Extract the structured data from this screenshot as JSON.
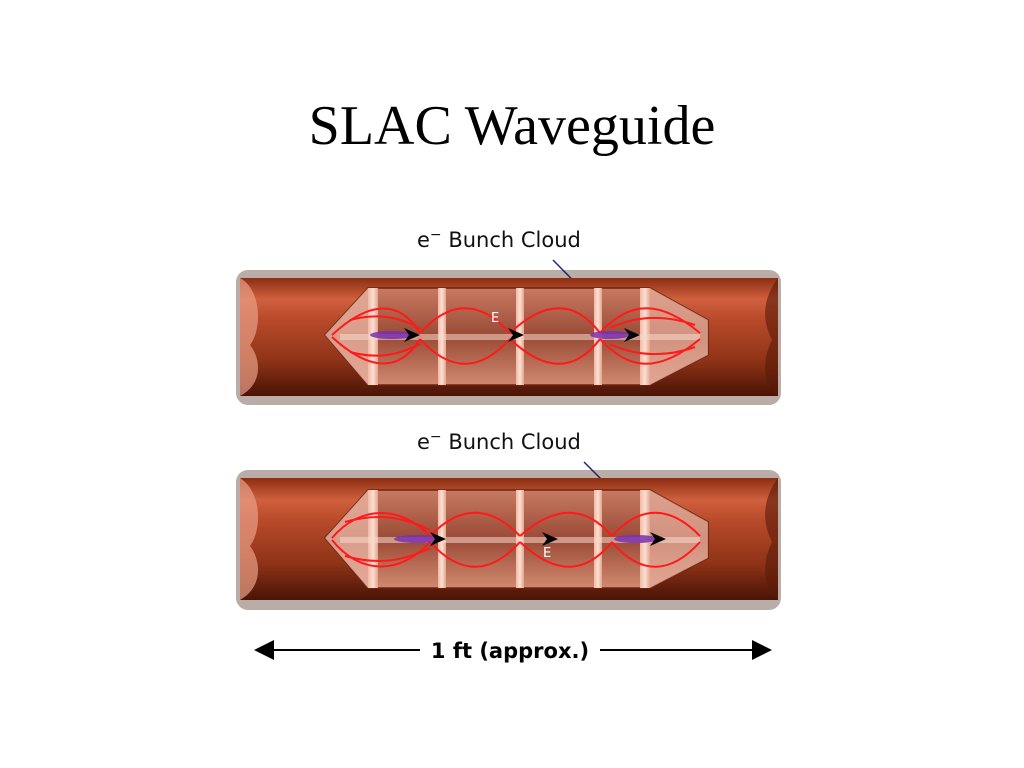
{
  "slide": {
    "title": "SLAC Waveguide"
  },
  "diagram": {
    "panels": [
      {
        "label_prefix": "e",
        "label_superscript": "−",
        "label_text": " Bunch Cloud",
        "field_label": "E"
      },
      {
        "label_prefix": "e",
        "label_superscript": "−",
        "label_text": " Bunch Cloud",
        "field_label": "E"
      }
    ],
    "scale_label": "1 ft (approx.)"
  },
  "colors": {
    "copper_dark": "#7a2810",
    "copper": "#c8553a",
    "copper_light": "#e9a088",
    "field_line": "#ff1a1a",
    "bunch": "#7a2fb0"
  }
}
